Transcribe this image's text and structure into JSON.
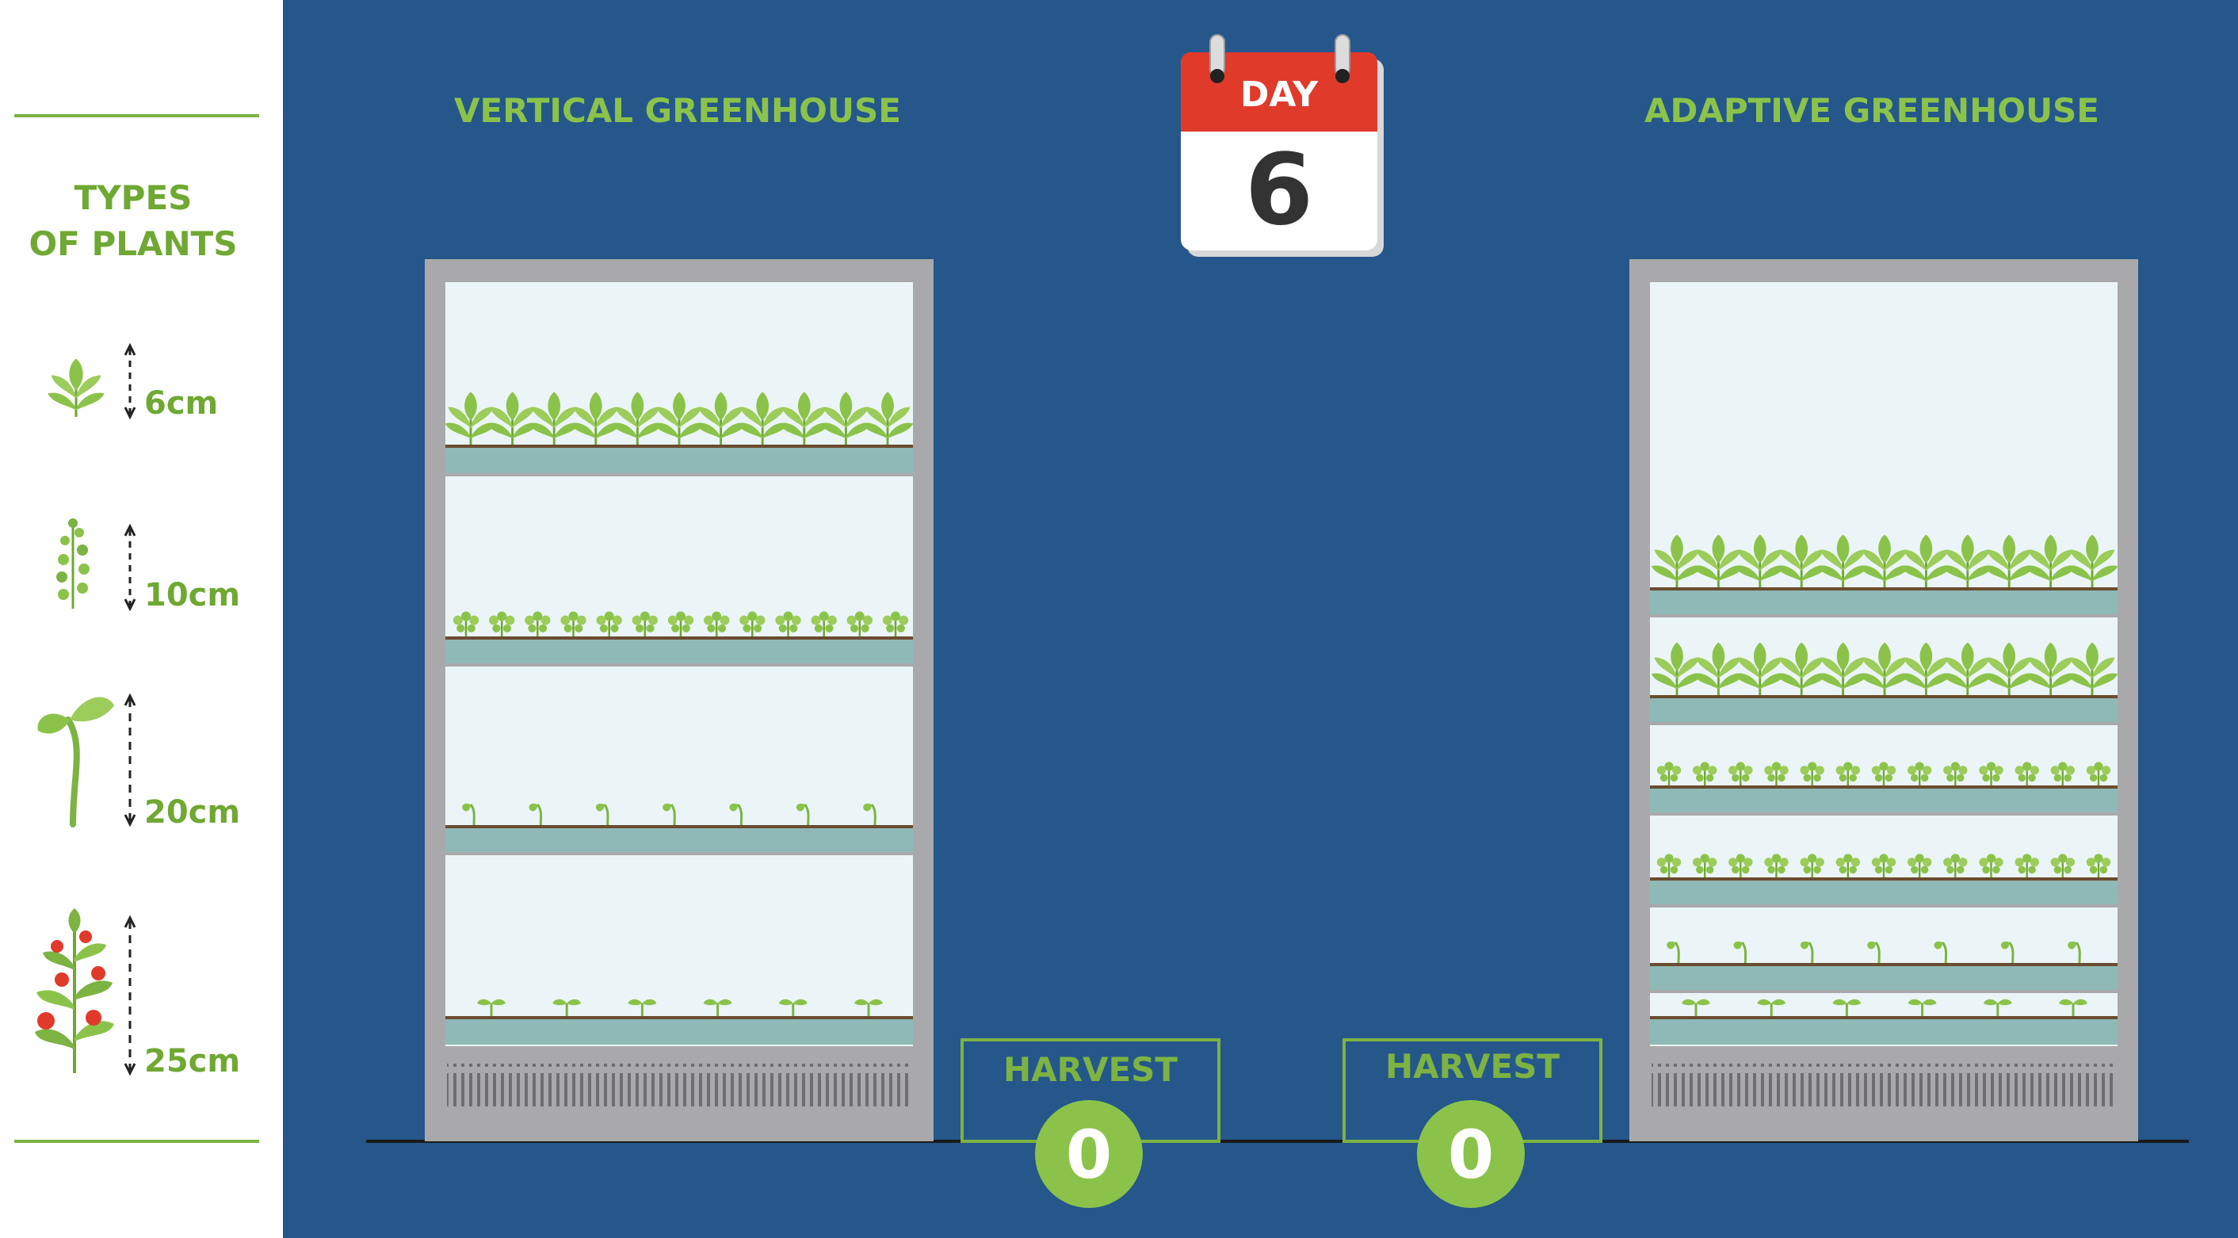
{
  "legend": {
    "title_line1": "TYPES",
    "title_line2": "OF PLANTS",
    "plants": [
      {
        "icon": "small-leafy-plant-icon",
        "height": "6cm"
      },
      {
        "icon": "herb-sprig-icon",
        "height": "10cm"
      },
      {
        "icon": "tall-sprout-icon",
        "height": "20cm"
      },
      {
        "icon": "tomato-plant-icon",
        "height": "25cm"
      }
    ]
  },
  "calendar": {
    "label": "DAY",
    "day": "6"
  },
  "greenhouses": [
    {
      "title": "VERTICAL GREENHOUSE",
      "harvest_label": "HARVEST",
      "harvest_count": "0"
    },
    {
      "title": "ADAPTIVE GREENHOUSE",
      "harvest_label": "HARVEST",
      "harvest_count": "0"
    }
  ],
  "colors": {
    "background": "#25578b",
    "accent_green": "#7cb342",
    "plant_green": "#8bc34a",
    "calendar_red": "#e03a2b",
    "frame_gray": "#a9a9ab",
    "glass": "#ebf5f7",
    "tray": "#8fb9b7",
    "soil": "#6b4c2f"
  }
}
